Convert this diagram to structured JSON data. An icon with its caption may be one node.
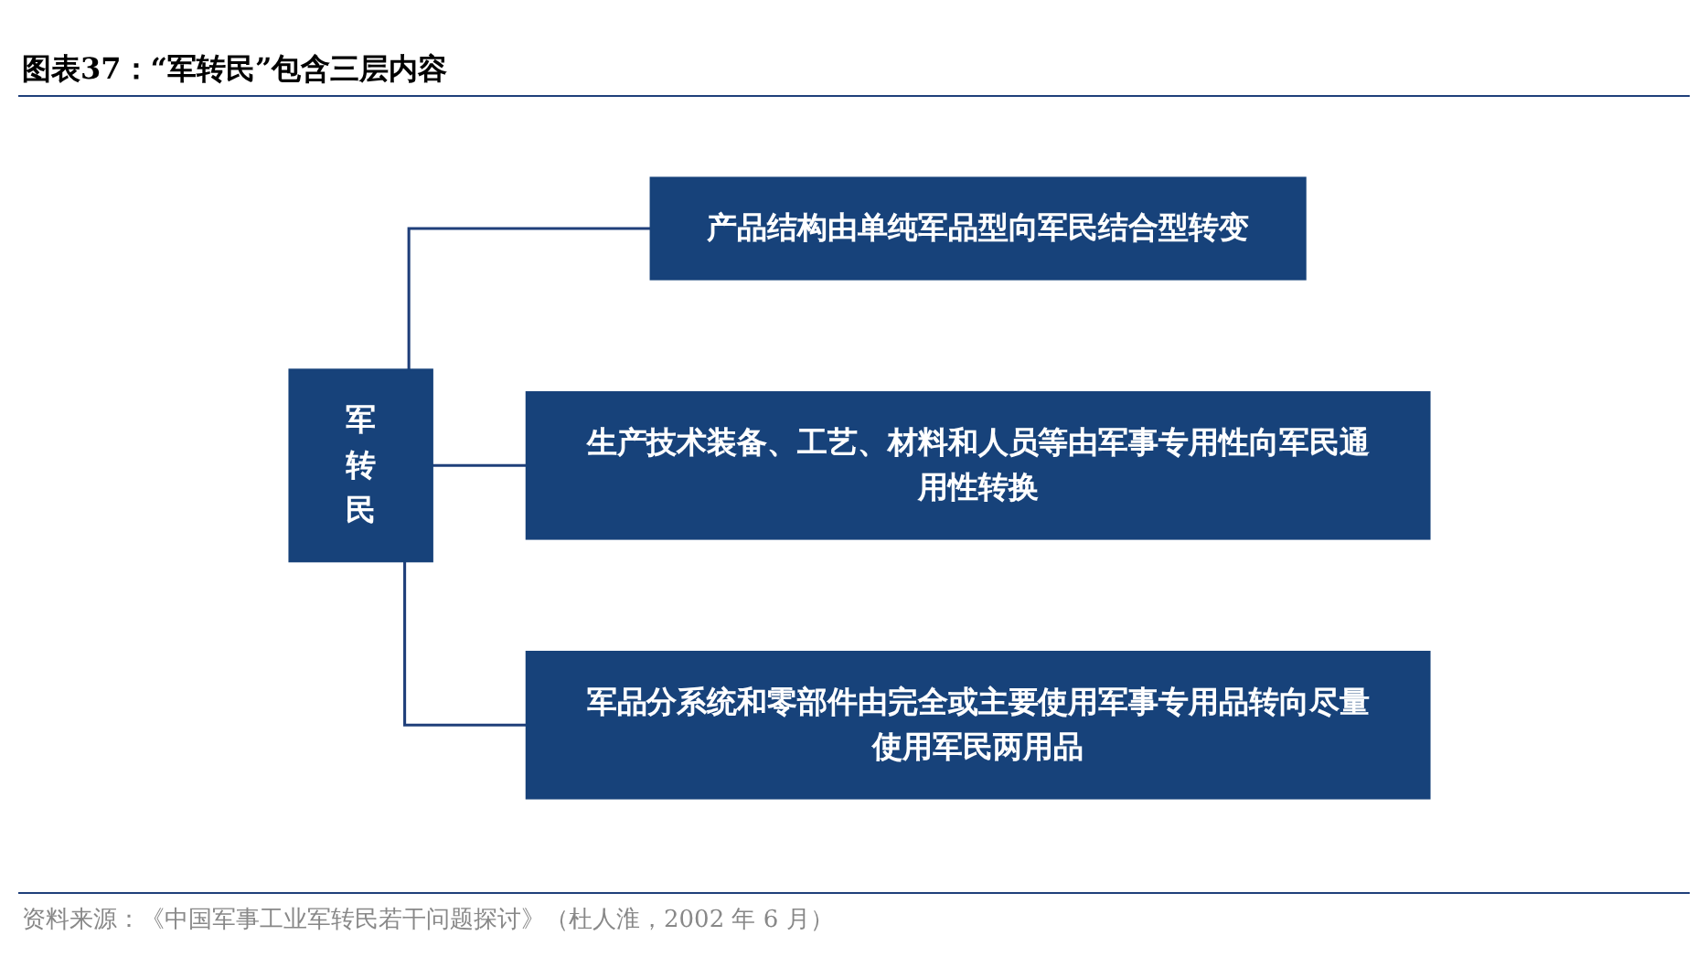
{
  "diagram": {
    "title": "图表37：“军转民”包含三层内容",
    "nodes": [
      {
        "text": [
          "军转民"
        ]
      },
      {
        "text": [
          "产品结构由单纯军品型向军民结合型转变"
        ]
      },
      {
        "text": [
          "生产技术装备、工艺、材料和人员等由军事专用性向军民通用性转换"
        ]
      },
      {
        "text": [
          "军品分系统和零部件由完全或主要使用军事专用品转向尽量使用军民两用品"
        ]
      }
    ],
    "edges": [
      {
        "from": 0,
        "to": 1,
        "arrow": "none"
      },
      {
        "from": 0,
        "to": 2,
        "arrow": "none"
      },
      {
        "from": 0,
        "to": 3,
        "arrow": "none"
      }
    ],
    "caption": "资料来源：《中国军事工业军转民若干问题探讨》（杜人淮，2002 年 6 月）"
  }
}
